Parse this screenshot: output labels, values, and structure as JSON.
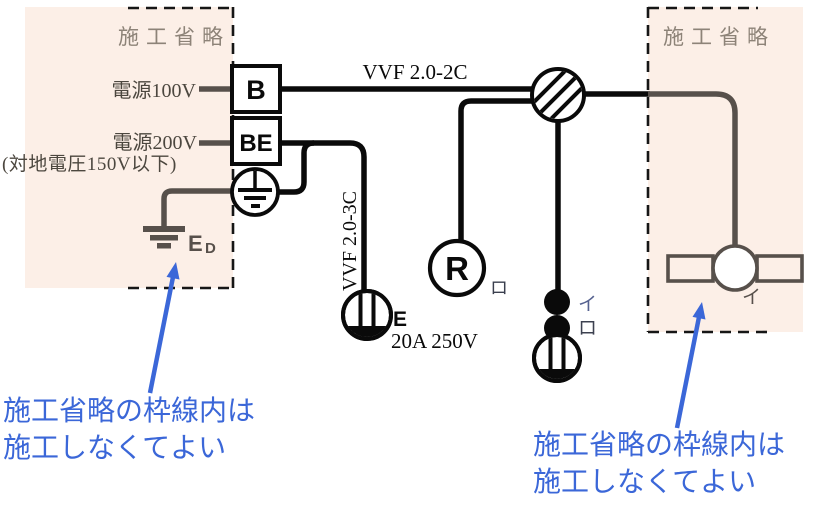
{
  "diagram": {
    "type": "electrical-wiring-diagram",
    "omission_zones": {
      "left_label": "施工省略",
      "right_label": "施工省略"
    },
    "power": {
      "source_100v": "電源100V",
      "source_200v": "電源200V",
      "ground_voltage_note": "(対地電圧150V以下)"
    },
    "breakers": {
      "b": "B",
      "be": "BE"
    },
    "earth_electrode": {
      "label": "E",
      "label_sub": "D"
    },
    "cables": {
      "top_run": "VVF 2.0-2C",
      "branch_run": "VVF 2.0-3C"
    },
    "devices": {
      "lamp_receptacle": {
        "letter": "R",
        "circuit": "ロ"
      },
      "outlet_250v": {
        "earth_mark": "E",
        "rating": "20A 250V"
      },
      "switch_top": "イ",
      "switch_bottom": "ロ",
      "ceiling_light_circuit": "イ"
    },
    "notes": {
      "left": {
        "line1": "施工省略の枠線内は",
        "line2": "施工しなくてよい"
      },
      "right": {
        "line1": "施工省略の枠線内は",
        "line2": "施工しなくてよい"
      }
    },
    "colors": {
      "highlight_bg": "#fcefe7",
      "omitted_wire": "#57504b",
      "omission_label_text": "#8d8378",
      "power_label_text": "#4c473f",
      "wire_black": "#0a0a0a",
      "annotation_blue": "#3b67d8"
    }
  }
}
